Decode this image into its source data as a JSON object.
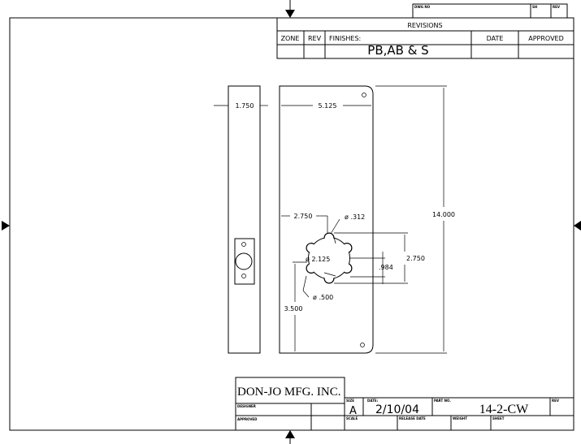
{
  "title_top": {
    "dwg_no_label": "DWG NO",
    "sh_label": "SH",
    "rev_label": "REV"
  },
  "revisions": {
    "title": "REVISIONS",
    "zone": "ZONE",
    "rev": "REV",
    "finishes_label": "FINISHES:",
    "finishes_value": "PB,AB & S",
    "date": "DATE",
    "approved": "APPROVED"
  },
  "dimensions": {
    "side_width": "1.750",
    "plate_width": "5.125",
    "height": "14.000",
    "backset": "2.750",
    "lobe_dia": "ø .312",
    "bore_dia": "ø 2.125",
    "corner_dia": "ø .500",
    "bore_height": "2.750",
    "center_offset": ".984",
    "from_bottom": "3.500"
  },
  "title_block": {
    "company": "DON-JO MFG. INC.",
    "designer_label": "DESIGNER",
    "approved_label": "APPROVED",
    "size_label": "SIZE",
    "size": "A",
    "date_label": "DATE:",
    "date": "2/10/04",
    "part_no_label": "PART NO.",
    "part_no": "14-2-CW",
    "rev_label": "REV",
    "scale_label": "SCALE",
    "release_label": "RELEASE DATE",
    "weight_label": "WEIGHT",
    "sheet_label": "SHEET"
  }
}
